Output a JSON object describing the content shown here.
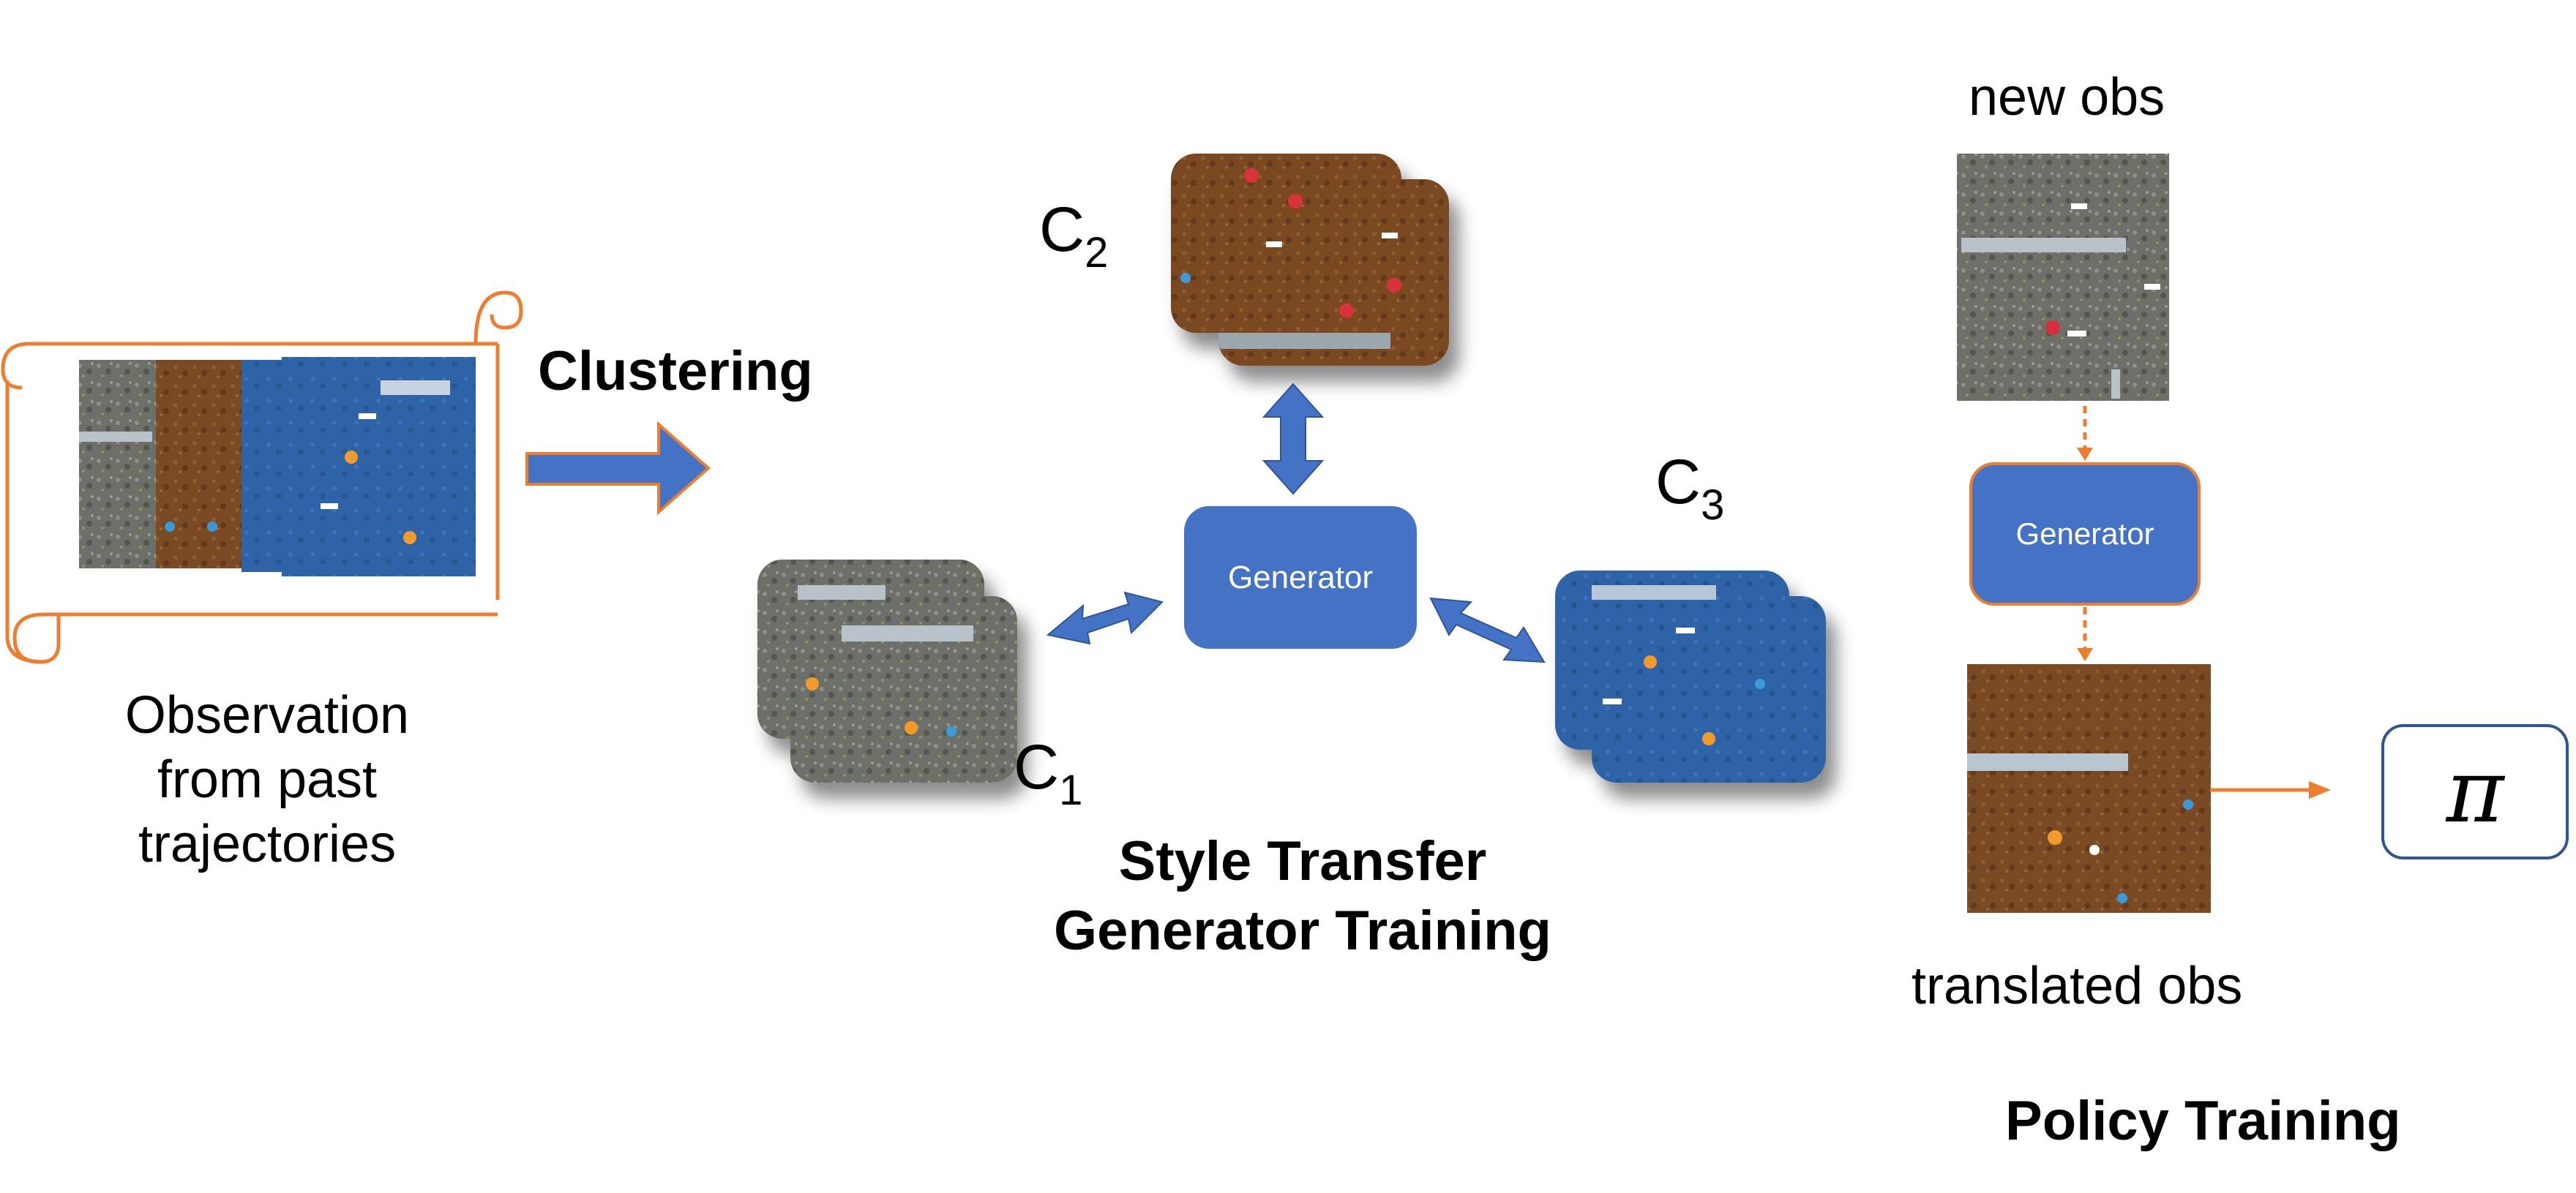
{
  "labels": {
    "clustering": "Clustering",
    "observation": [
      "Observation",
      "from past",
      "trajectories"
    ],
    "style_transfer": [
      "Style Transfer",
      "Generator Training"
    ],
    "policy_training": "Policy Training",
    "new_obs": "new obs",
    "translated_obs": "translated obs",
    "c1": {
      "base": "C",
      "sub": "1"
    },
    "c2": {
      "base": "C",
      "sub": "2"
    },
    "c3": {
      "base": "C",
      "sub": "3"
    }
  },
  "generator_center": "Generator",
  "generator_policy": "Generator",
  "policy_symbol": "π",
  "colors": {
    "arrow_blue": "#4472C4",
    "scroll_orange": "#ED7D31",
    "gray_tile": "#6f716a",
    "brown_tile": "#7a4a24",
    "blue_tile": "#2f63a8"
  },
  "icons": {
    "scroll": "scroll-icon",
    "policy": "pi-symbol"
  }
}
